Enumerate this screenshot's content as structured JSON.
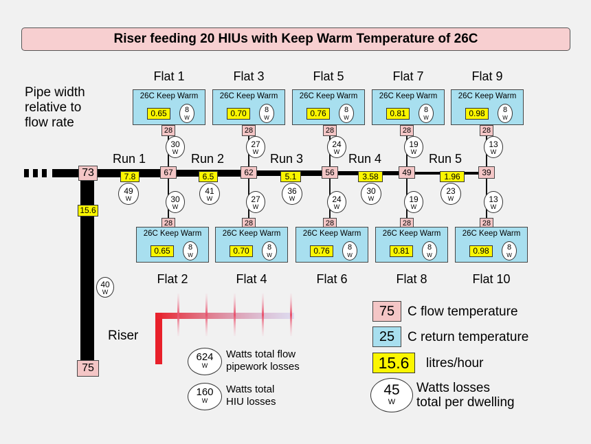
{
  "title": "Riser feeding 20 HIUs with Keep Warm Temperature of 26C",
  "side_note": [
    "Pipe width",
    "relative to",
    "flow rate"
  ],
  "main_temp": "73",
  "riser_flow": "15.6",
  "riser_loss": "40",
  "riser_bottom_temp": "75",
  "riser_label": "Riser",
  "unit_w": "W",
  "runs": [
    {
      "label": "Run 1",
      "flow": "7.8",
      "loss": "49",
      "node_temp": "67"
    },
    {
      "label": "Run 2",
      "flow": "6.5",
      "loss": "41",
      "node_temp": "62"
    },
    {
      "label": "Run 3",
      "flow": "5.1",
      "loss": "36",
      "node_temp": "56"
    },
    {
      "label": "Run 4",
      "flow": "3.58",
      "loss": "30",
      "node_temp": "49"
    },
    {
      "label": "Run 5",
      "flow": "1.96",
      "loss": "23",
      "node_temp": "39"
    }
  ],
  "flats_top": [
    {
      "name": "Flat 1",
      "hiu_label": "26C Keep Warm",
      "flow": "0.65",
      "hiu_loss": "8",
      "temp": "28",
      "branch_loss": "30"
    },
    {
      "name": "Flat 3",
      "hiu_label": "26C Keep Warm",
      "flow": "0.70",
      "hiu_loss": "8",
      "temp": "28",
      "branch_loss": "27"
    },
    {
      "name": "Flat 5",
      "hiu_label": "26C Keep Warm",
      "flow": "0.76",
      "hiu_loss": "8",
      "temp": "28",
      "branch_loss": "24"
    },
    {
      "name": "Flat 7",
      "hiu_label": "26C Keep Warm",
      "flow": "0.81",
      "hiu_loss": "8",
      "temp": "28",
      "branch_loss": "19"
    },
    {
      "name": "Flat 9",
      "hiu_label": "26C Keep Warm",
      "flow": "0.98",
      "hiu_loss": "8",
      "temp": "28",
      "branch_loss": "13"
    }
  ],
  "flats_bottom": [
    {
      "name": "Flat 2",
      "hiu_label": "26C Keep Warm",
      "flow": "0.65",
      "hiu_loss": "8",
      "temp": "28",
      "branch_loss": "30"
    },
    {
      "name": "Flat 4",
      "hiu_label": "26C Keep Warm",
      "flow": "0.70",
      "hiu_loss": "8",
      "temp": "28",
      "branch_loss": "27"
    },
    {
      "name": "Flat 6",
      "hiu_label": "26C Keep Warm",
      "flow": "0.76",
      "hiu_loss": "8",
      "temp": "28",
      "branch_loss": "24"
    },
    {
      "name": "Flat 8",
      "hiu_label": "26C Keep Warm",
      "flow": "0.81",
      "hiu_loss": "8",
      "temp": "28",
      "branch_loss": "19"
    },
    {
      "name": "Flat 10",
      "hiu_label": "26C Keep Warm",
      "flow": "0.98",
      "hiu_loss": "8",
      "temp": "28",
      "branch_loss": "13"
    }
  ],
  "totals": [
    {
      "value": "624",
      "text": [
        "Watts total flow",
        "pipework losses"
      ]
    },
    {
      "value": "160",
      "text": [
        "Watts total",
        "HIU losses"
      ]
    }
  ],
  "legend": [
    {
      "sample": "75",
      "text": "C flow temperature"
    },
    {
      "sample": "25",
      "text": "C return temperature"
    },
    {
      "sample": "15.6",
      "text": "litres/hour"
    },
    {
      "sample": "45",
      "unit": "W",
      "text": [
        "Watts losses",
        "total per dwelling"
      ]
    }
  ],
  "colors": {
    "flow_temp": "#f4c6c6",
    "return_temp": "#a8dfef",
    "flow_rate": "#fbf600",
    "title_bg": "#f7cfd0",
    "pipe": "#000000",
    "riser_gradient": "#e8202a"
  }
}
